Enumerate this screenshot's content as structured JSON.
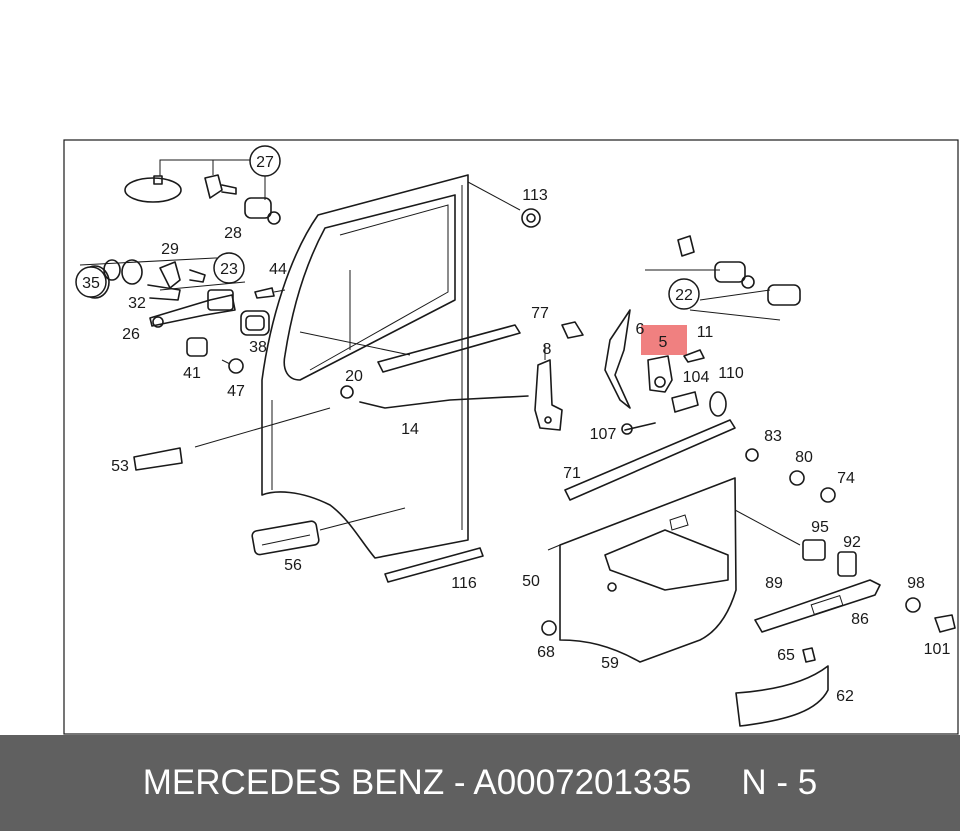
{
  "labels": {
    "p27": "27",
    "p28": "28",
    "p113": "113",
    "p29": "29",
    "p23": "23",
    "p44": "44",
    "p35": "35",
    "p32": "32",
    "p26": "26",
    "p38": "38",
    "p41": "41",
    "p47": "47",
    "p77": "77",
    "p8": "8",
    "p20": "20",
    "p14": "14",
    "p53": "53",
    "p56": "56",
    "p116": "116",
    "p22": "22",
    "p6": "6",
    "p5": "5",
    "p11": "11",
    "p104": "104",
    "p110": "110",
    "p107": "107",
    "p83": "83",
    "p80": "80",
    "p74": "74",
    "p71": "71",
    "p95": "95",
    "p92": "92",
    "p50": "50",
    "p89": "89",
    "p98": "98",
    "p86": "86",
    "p68": "68",
    "p59": "59",
    "p65": "65",
    "p101": "101",
    "p62": "62"
  },
  "highlight": {
    "part": "5",
    "color": "#f08080"
  },
  "footer": {
    "title": "MERCEDES BENZ - A0007201335",
    "ref": "N - 5"
  },
  "colors": {
    "footer_bg": "#606060",
    "footer_text": "#ffffff",
    "line": "#1a1a1a"
  }
}
